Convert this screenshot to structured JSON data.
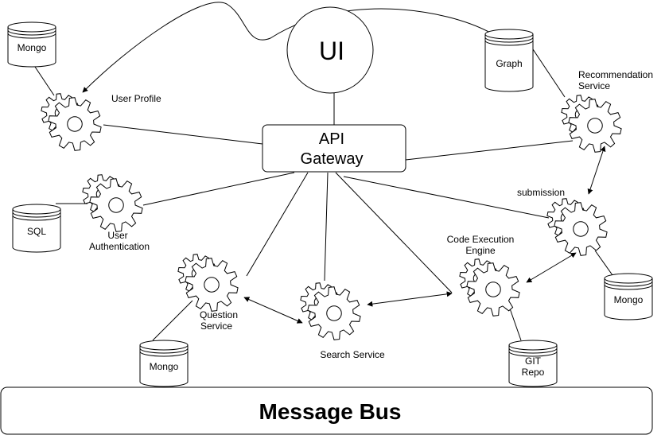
{
  "ui": {
    "label": "UI"
  },
  "gateway": {
    "line1": "API",
    "line2": "Gateway"
  },
  "bus": {
    "label": "Message Bus"
  },
  "services": {
    "user_profile": [
      "User Profile"
    ],
    "user_auth": [
      "User",
      "Authentication"
    ],
    "question": [
      "Question",
      "Service"
    ],
    "search": [
      "Search Service"
    ],
    "code_exec": [
      "Code Execution",
      "Engine"
    ],
    "submission": [
      "submission"
    ],
    "recommendation": [
      "Recommendation",
      "Service"
    ]
  },
  "databases": {
    "mongo_profile": [
      "Mongo"
    ],
    "sql_auth": [
      "SQL"
    ],
    "mongo_question": [
      "Mongo"
    ],
    "git_repo": [
      "GIT",
      "Repo"
    ],
    "mongo_submission": [
      "Mongo"
    ],
    "graph_reco": [
      "Graph"
    ]
  }
}
